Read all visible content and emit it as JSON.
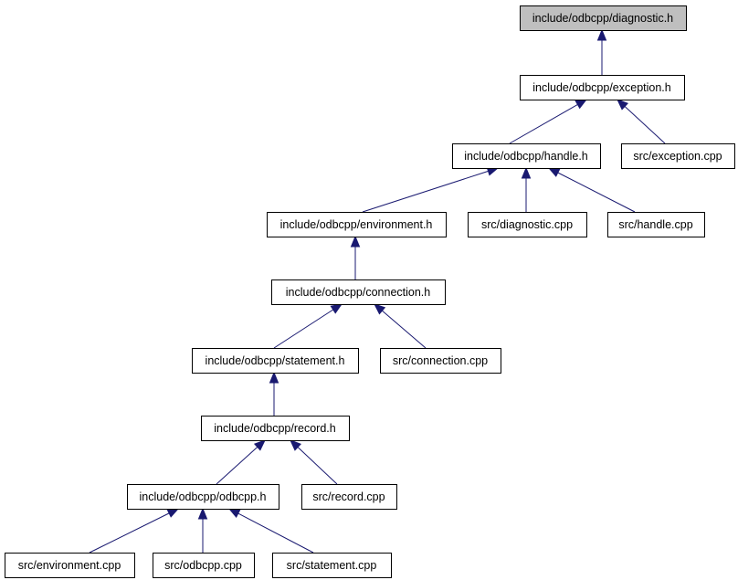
{
  "diagram": {
    "nodes": [
      {
        "id": "diagnostic_h",
        "label": "include/odbcpp/diagnostic.h",
        "root": true
      },
      {
        "id": "exception_h",
        "label": "include/odbcpp/exception.h"
      },
      {
        "id": "handle_h",
        "label": "include/odbcpp/handle.h"
      },
      {
        "id": "exception_cpp",
        "label": "src/exception.cpp"
      },
      {
        "id": "environment_h",
        "label": "include/odbcpp/environment.h"
      },
      {
        "id": "diagnostic_cpp",
        "label": "src/diagnostic.cpp"
      },
      {
        "id": "handle_cpp",
        "label": "src/handle.cpp"
      },
      {
        "id": "connection_h",
        "label": "include/odbcpp/connection.h"
      },
      {
        "id": "statement_h",
        "label": "include/odbcpp/statement.h"
      },
      {
        "id": "connection_cpp",
        "label": "src/connection.cpp"
      },
      {
        "id": "record_h",
        "label": "include/odbcpp/record.h"
      },
      {
        "id": "odbcpp_h",
        "label": "include/odbcpp/odbcpp.h"
      },
      {
        "id": "record_cpp",
        "label": "src/record.cpp"
      },
      {
        "id": "environment_cpp",
        "label": "src/environment.cpp"
      },
      {
        "id": "odbcpp_cpp",
        "label": "src/odbcpp.cpp"
      },
      {
        "id": "statement_cpp",
        "label": "src/statement.cpp"
      }
    ],
    "edges": [
      {
        "from": "exception_h",
        "to": "diagnostic_h"
      },
      {
        "from": "handle_h",
        "to": "exception_h"
      },
      {
        "from": "exception_cpp",
        "to": "exception_h"
      },
      {
        "from": "environment_h",
        "to": "handle_h"
      },
      {
        "from": "diagnostic_cpp",
        "to": "handle_h"
      },
      {
        "from": "handle_cpp",
        "to": "handle_h"
      },
      {
        "from": "connection_h",
        "to": "environment_h"
      },
      {
        "from": "statement_h",
        "to": "connection_h"
      },
      {
        "from": "connection_cpp",
        "to": "connection_h"
      },
      {
        "from": "record_h",
        "to": "statement_h"
      },
      {
        "from": "odbcpp_h",
        "to": "record_h"
      },
      {
        "from": "record_cpp",
        "to": "record_h"
      },
      {
        "from": "environment_cpp",
        "to": "odbcpp_h"
      },
      {
        "from": "odbcpp_cpp",
        "to": "odbcpp_h"
      },
      {
        "from": "statement_cpp",
        "to": "odbcpp_h"
      }
    ],
    "colors": {
      "edge": "#191970",
      "root_fill": "#bfbfbf",
      "node_fill": "#ffffff",
      "border": "#000000"
    }
  }
}
